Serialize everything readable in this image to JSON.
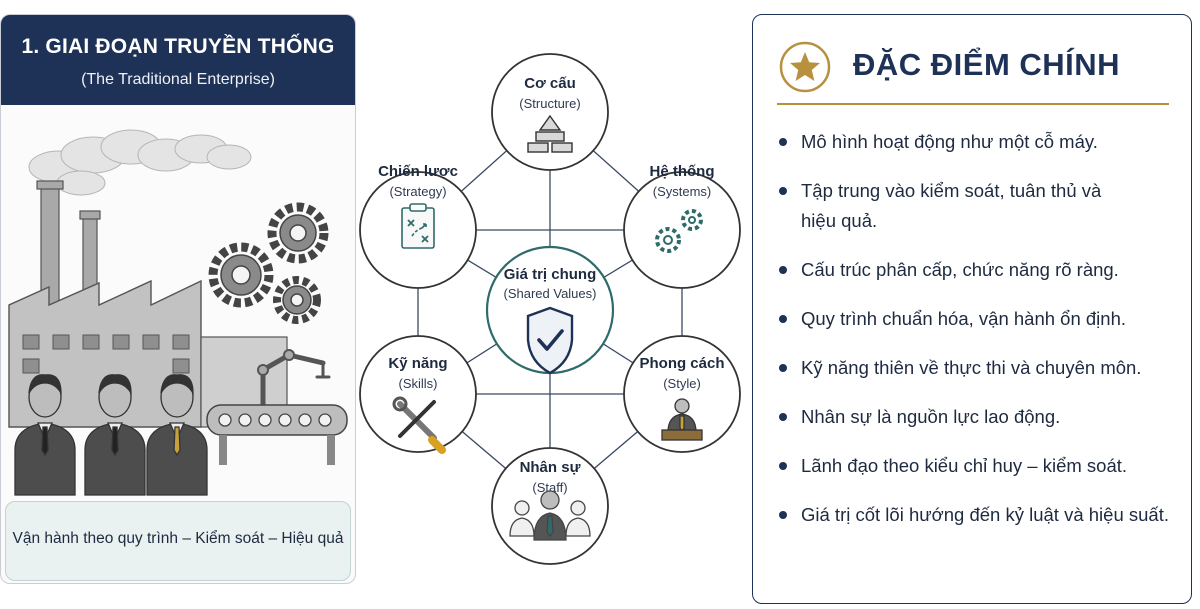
{
  "left_panel": {
    "title": "1. GIAI ĐOẠN TRUYỀN THỐNG",
    "subtitle": "(The Traditional Enterprise)",
    "caption": "Vận hành theo quy trình – Kiểm soát – Hiệu quả"
  },
  "diagram": {
    "center": {
      "title": "Giá trị chung",
      "subtitle": "(Shared Values)",
      "icon": "shield-check-icon"
    },
    "nodes": [
      {
        "title": "Cơ cấu",
        "subtitle": "(Structure)",
        "icon": "pyramid-icon"
      },
      {
        "title": "Hệ thống",
        "subtitle": "(Systems)",
        "icon": "gears-icon"
      },
      {
        "title": "Phong cách",
        "subtitle": "(Style)",
        "icon": "leader-podium-icon"
      },
      {
        "title": "Nhân sự",
        "subtitle": "(Staff)",
        "icon": "people-icon"
      },
      {
        "title": "Kỹ năng",
        "subtitle": "(Skills)",
        "icon": "tools-icon"
      },
      {
        "title": "Chiến lược",
        "subtitle": "(Strategy)",
        "icon": "clipboard-plan-icon"
      }
    ]
  },
  "right_panel": {
    "title": "ĐẶC ĐIỂM CHÍNH",
    "icon": "star-icon",
    "accent_color": "#b8913f",
    "navy_color": "#1e3156",
    "features": [
      "Mô hình hoạt động như một cỗ máy.",
      "Tập trung vào kiểm soát, tuân thủ và hiệu quả.",
      "Cấu trúc phân cấp, chức năng rõ ràng.",
      "Quy trình chuẩn hóa, vận hành ổn định.",
      "Kỹ năng thiên về thực thi và chuyên môn.",
      "Nhân sự là nguồn lực lao động.",
      "Lãnh đạo theo kiểu chỉ huy – kiểm soát.",
      "Giá trị cốt lõi hướng đến kỷ luật và hiệu suất."
    ]
  }
}
